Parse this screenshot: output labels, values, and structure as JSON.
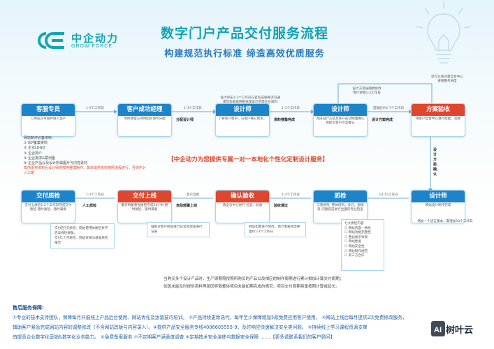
{
  "brand": {
    "name_cn": "中企动力",
    "name_en": "GROW FORCE"
  },
  "title": "数字门户产品交付服务流程",
  "subtitle": "构建规范执行标准 缔造高效优质服务",
  "top_row": [
    {
      "title": "客服专员",
      "desc": "订单成交审核并进入生产"
    },
    {
      "title": "客户成功经理",
      "desc": "项目管理与项目团队协作分配"
    },
    {
      "title": "设计师",
      "desc": "了解客户需求，与客户确认需求。"
    },
    {
      "title": "设计师",
      "desc": "完成设计方案及客户成功经理确认后提交客户方案确认"
    },
    {
      "title": "方案验收",
      "desc": "请客户全合中心进行搭配、验收"
    }
  ],
  "top_arrows": [
    "1-3个工作日",
    "1-3个工作日",
    "1-3个工作日",
    "首稿后约5-7个工作日"
  ],
  "top_tags": [
    "分配设计师",
    "资料搜集完成",
    "设计方案完成"
  ],
  "top_notes": {
    "above_designer": "设计师在1-2个工作日与官宪成果要求沟通\n需您协助提供相关建设计所需企业资料",
    "above_designer2": "设计方案按期稿修改\n预计修稿1-3工作日",
    "above_accept": "您可以将对量全合中心\n查看服务进度"
  },
  "banner": "【中企动力为您提供专属一对一本地化个性化定制设计服务】",
  "material_list": {
    "heading": "网站制作必备资料:",
    "items": [
      "① ICP备案资料",
      "② 企业LOGO",
      "③ 企业简介",
      "④ 企业需求&案列图",
      "⑤ 企业产品以及设计所需图片与内容素材"
    ],
    "warning": "提供素材资料后设计师将按排整理制作。如未提供资料按照流程进行，否则不计入工期"
  },
  "side_label": "设计方案确认",
  "bottom_row": [
    {
      "title": "交付质检",
      "desc": "交付上线后1-2个工作日完成交付质检 随时复检、随时满意"
    },
    {
      "title": "交付上线",
      "desc": "服务将着重视质检完成24小时 随时复检、随时满意"
    },
    {
      "title": "确认验收",
      "desc": "请全合中心进行 检查、验收"
    },
    {
      "title": "质检",
      "desc": "三重质检: 整体结构、多元、图排等 问题提前进行全面的专业检查"
    },
    {
      "title": "设计师",
      "desc": "网站设计制作完成"
    }
  ],
  "bottom_arrows": [
    "1-2个工作日",
    "客户自助",
    "1-3个工作日",
    "10-15工作日"
  ],
  "bottom_tags": [
    "人工质检",
    "自助部署上线",
    "验收通过"
  ],
  "bottom_notes": {
    "qc_note": "交付后7天质检：网站使用体质检并开启高保险报备。\n交付1个月质检：网站效果与基础质检报告",
    "deploy_note": "辅助对客户网站进行日常资源站进行记录",
    "accept_note": "网站如需进行修改，预计需要修改要量约1-3个工作日",
    "designer_note": "增加一个语言版本，需增加10个工作日"
  },
  "check_list": {
    "heading": "七大质检内容",
    "items": [
      "网站内容一致性",
      "网站功能完整性",
      "整站展示效果",
      "网站性能",
      "网站安全性",
      "网站制作规范",
      "第三方合作"
    ]
  },
  "footer_text": [
    "当购买多个设计产品时，生产周期需按照所购买的产品以及相应的制作周期进行累计相加计算交付周期；",
    "如因未能及时提供资料等原因导致整体项目未能如期完成的情况，项目交付周期将重按照计算或延长。"
  ],
  "service": {
    "title": "售后服务保障:",
    "lines": [
      "①专业的技术支持团队，保障每月开展线上产品后台使用、网站优化及运营技巧培训。 ②产品持续更新迭代，每年至少保障增加5款免费应用客户使用。 ③网站上线后每月提供2次免费修改服务，",
      "辅助客户紧急完成网站内容的调整修改（不含网站改版与内容录入）。④提供产品安全服务专线4006605555-9，及时响应快速解决安全类问题。 ⑤持续线上学习课程资源支撑",
      "由提高企业数字化营销&数字化业务能力。 ⑥免费备案服务 ⑦不定期客户满意度调查 ⑧定期技术安全演练与数据安全保障 .......【更多请联系我们的客户顾问】"
    ]
  },
  "watermark": "树叶云",
  "colors": {
    "teal": "#14a2b3",
    "blue": "#1d84c9",
    "red": "#e0462e"
  }
}
